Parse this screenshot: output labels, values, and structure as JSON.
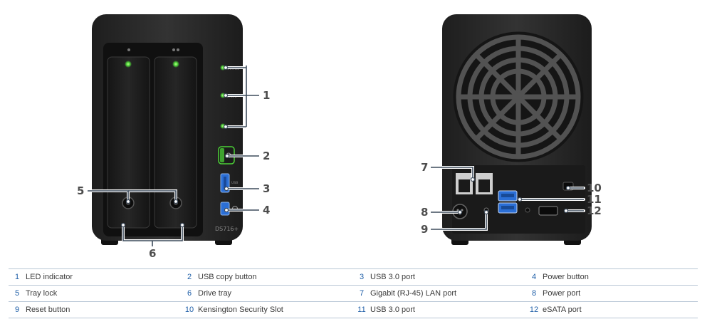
{
  "front": {
    "model_label": "DS716+",
    "led_labels": [
      "STATUS",
      "LAN 1",
      "LAN 2"
    ],
    "usb_label": "USB"
  },
  "callouts": [
    "1",
    "2",
    "3",
    "4",
    "5",
    "6",
    "7",
    "8",
    "9",
    "10",
    "11",
    "12"
  ],
  "legend": [
    [
      {
        "num": "1",
        "label": "LED indicator"
      },
      {
        "num": "2",
        "label": "USB copy button"
      },
      {
        "num": "3",
        "label": "USB 3.0 port"
      },
      {
        "num": "4",
        "label": "Power button"
      }
    ],
    [
      {
        "num": "5",
        "label": "Tray lock"
      },
      {
        "num": "6",
        "label": "Drive tray"
      },
      {
        "num": "7",
        "label": "Gigabit (RJ-45) LAN port"
      },
      {
        "num": "8",
        "label": "Power port"
      }
    ],
    [
      {
        "num": "9",
        "label": "Reset button"
      },
      {
        "num": "10",
        "label": "Kensington Security Slot"
      },
      {
        "num": "11",
        "label": "USB 3.0 port"
      },
      {
        "num": "12",
        "label": "eSATA port"
      }
    ]
  ],
  "colors": {
    "accent": "#1f5fa8",
    "led": "#4cd137",
    "usb": "#2b6fd6",
    "device": "#2a2a2a"
  }
}
